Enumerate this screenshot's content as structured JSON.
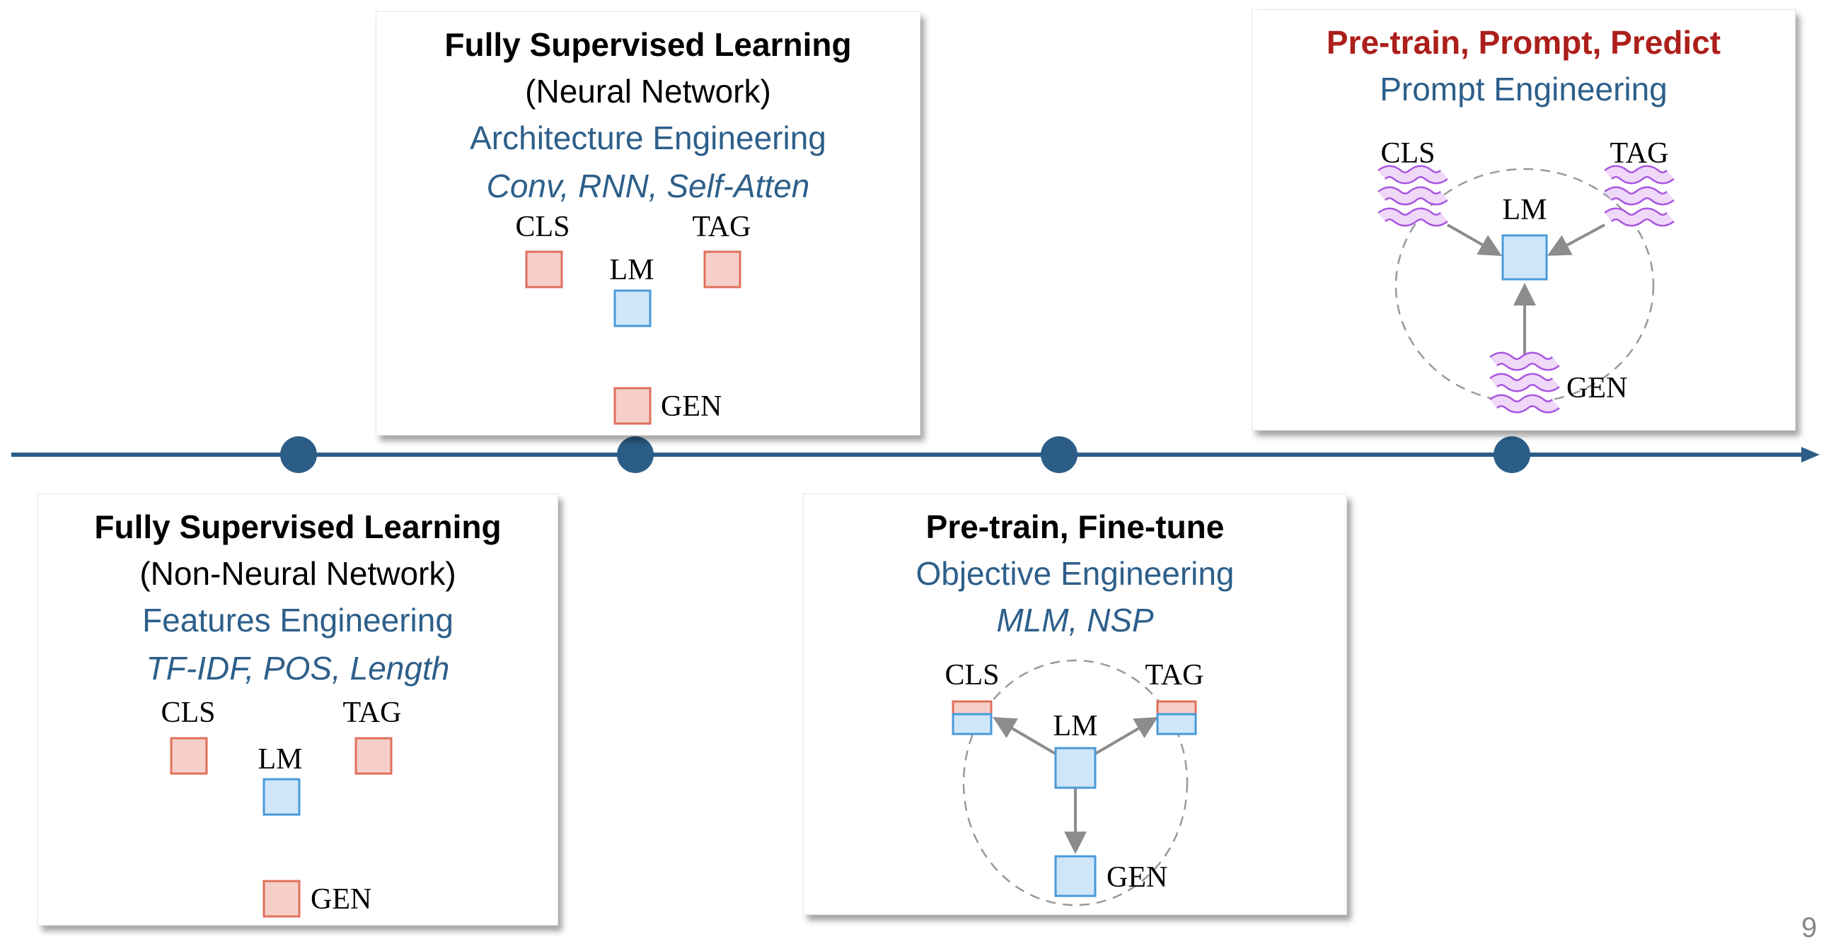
{
  "colors": {
    "timeline": "#2c5d87",
    "title_red": "#ad1f1a",
    "blue_text": "#2d5f8a",
    "task_fill": "#f6cfc9",
    "task_stroke": "#e0705c",
    "lm_fill": "#cfe6fa",
    "lm_stroke": "#4a9ad8",
    "prompt_fill": "#f0d9f8",
    "prompt_stroke": "#a855e0"
  },
  "stages": [
    {
      "title": "Fully Supervised Learning",
      "subtitle": "(Non-Neural Network)",
      "engineering": "Features Engineering",
      "examples": "TF-IDF, POS, Length",
      "labels": {
        "cls": "CLS",
        "lm": "LM",
        "tag": "TAG",
        "gen": "GEN"
      }
    },
    {
      "title": "Fully Supervised Learning",
      "subtitle": "(Neural Network)",
      "engineering": "Architecture Engineering",
      "examples": "Conv, RNN, Self-Atten",
      "labels": {
        "cls": "CLS",
        "lm": "LM",
        "tag": "TAG",
        "gen": "GEN"
      }
    },
    {
      "title": "Pre-train, Fine-tune",
      "engineering": "Objective Engineering",
      "examples": "MLM, NSP",
      "labels": {
        "cls": "CLS",
        "lm": "LM",
        "tag": "TAG",
        "gen": "GEN"
      }
    },
    {
      "title": "Pre-train, Prompt, Predict",
      "engineering": "Prompt Engineering",
      "labels": {
        "cls": "CLS",
        "lm": "LM",
        "tag": "TAG",
        "gen": "GEN"
      }
    }
  ],
  "page_number": "9"
}
